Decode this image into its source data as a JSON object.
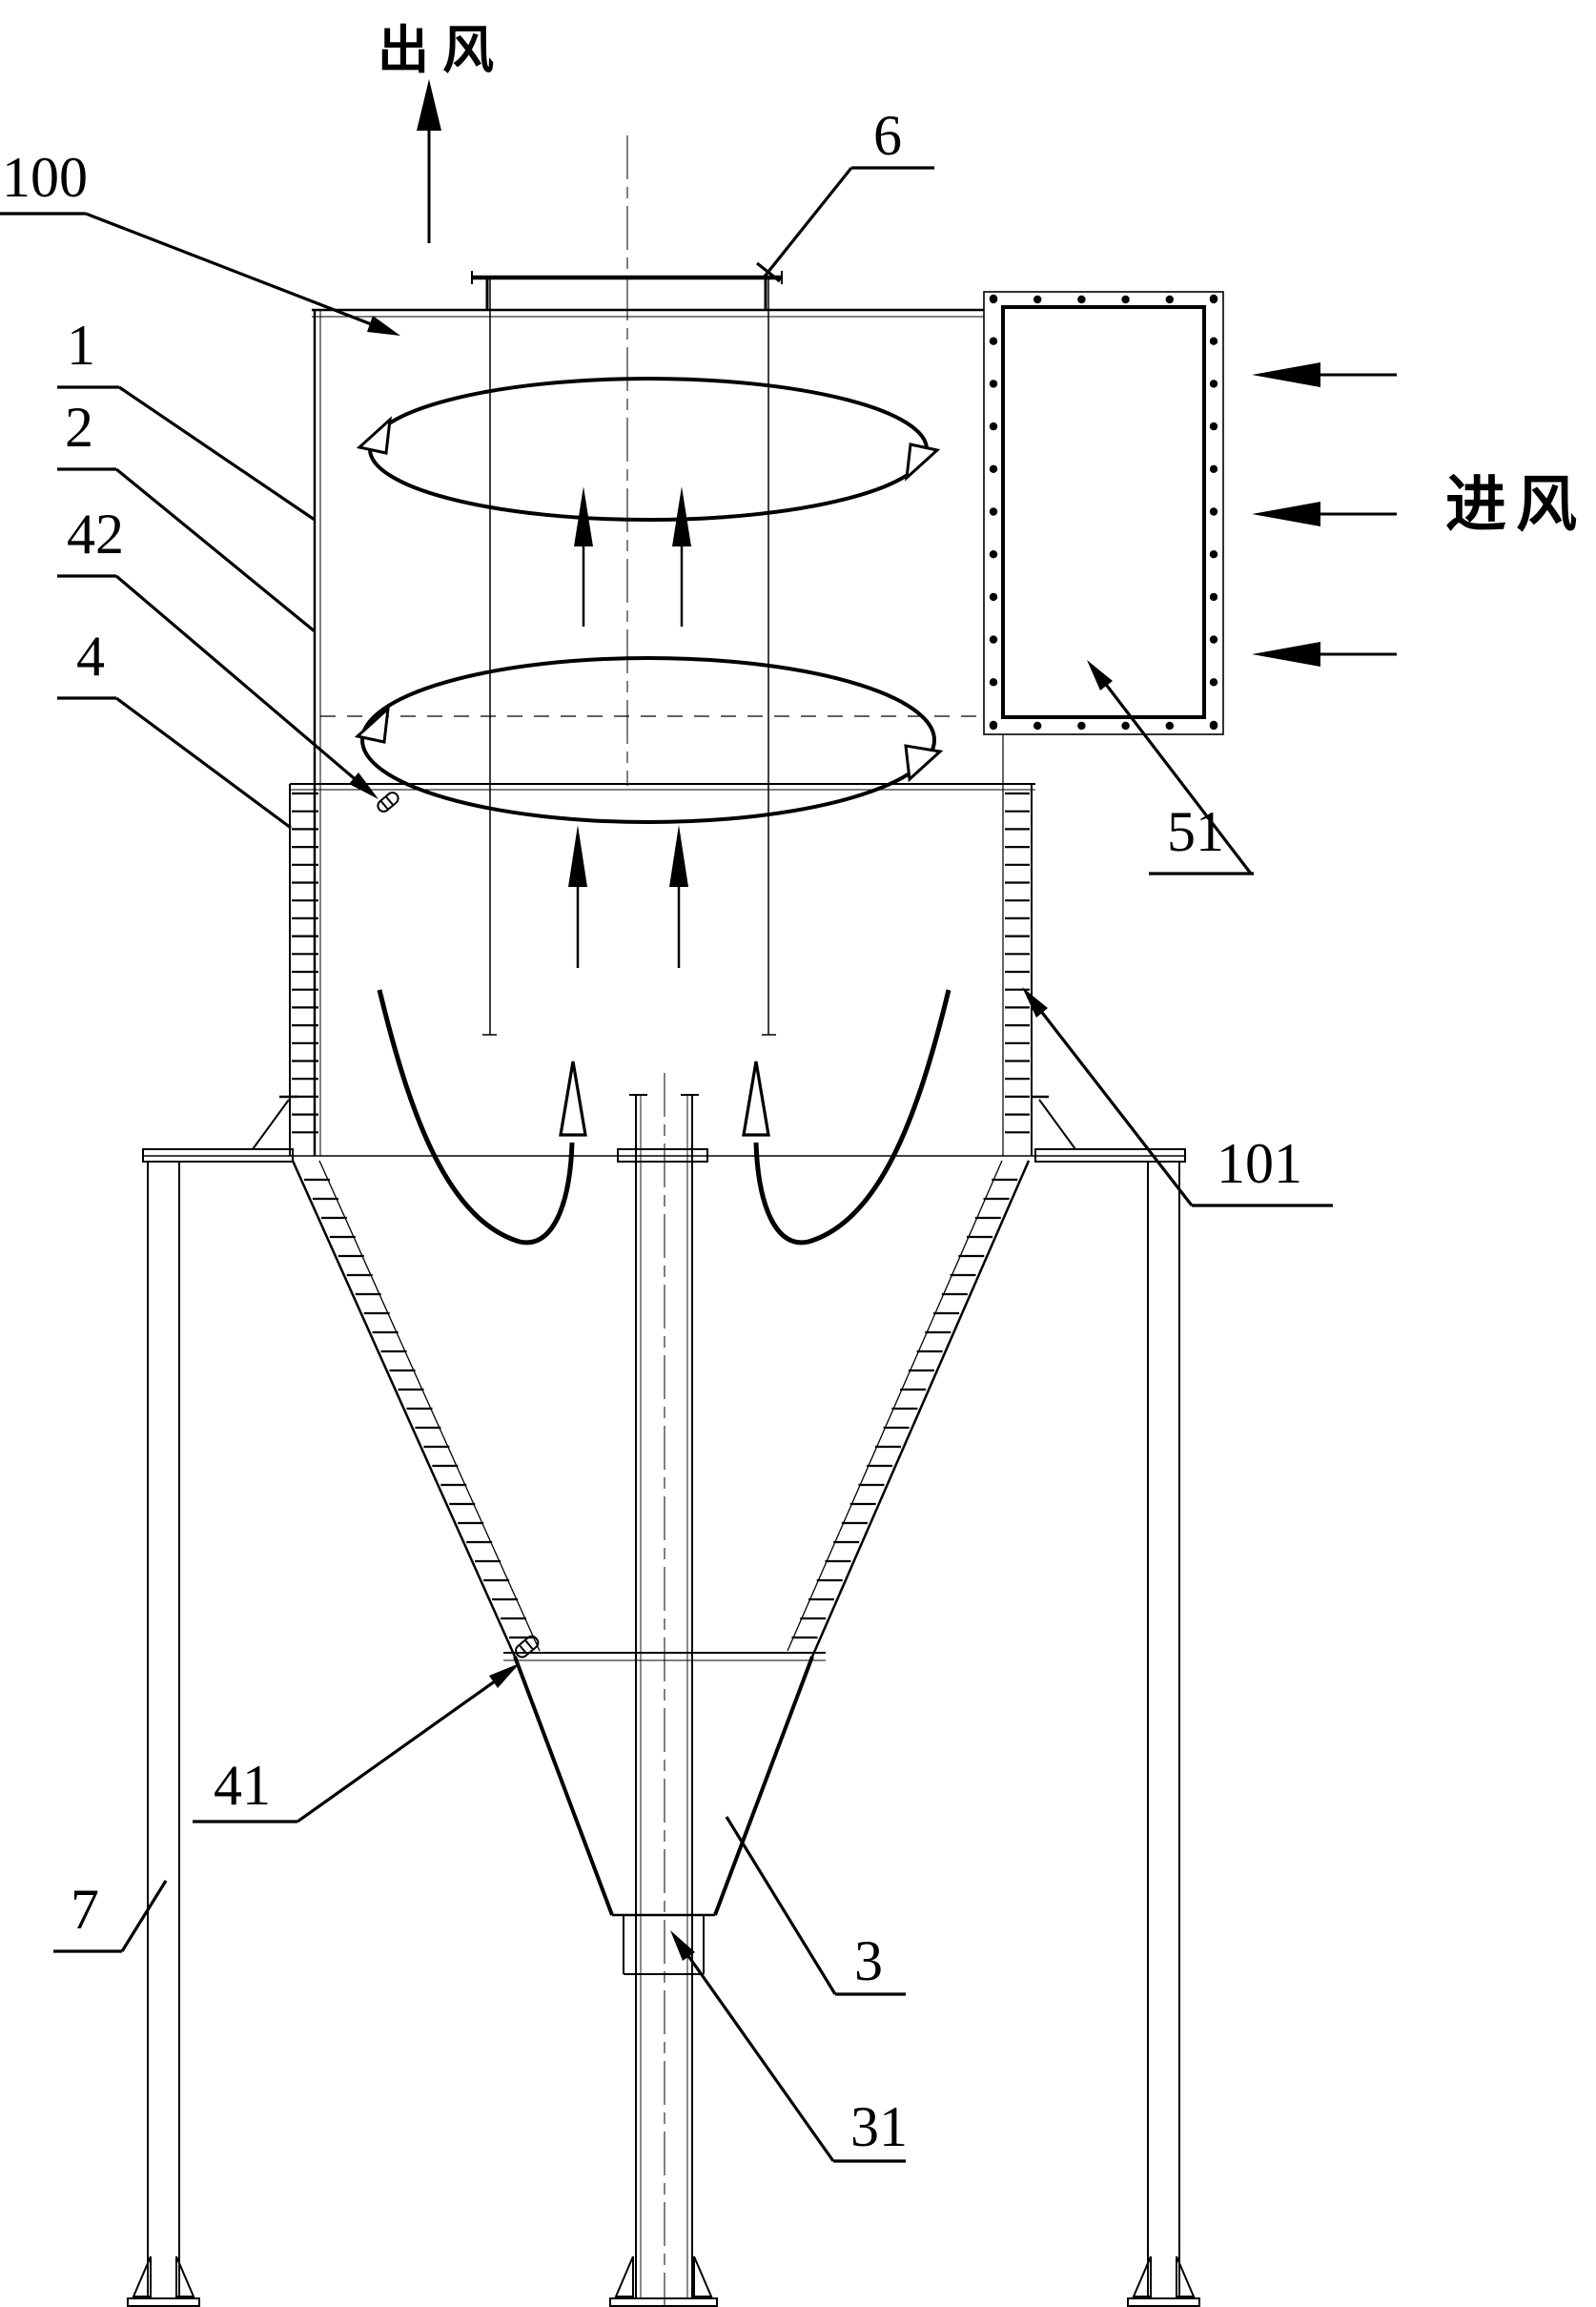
{
  "figure": {
    "kind": "cyclone-dust-collector-patent-drawing",
    "flow_labels": {
      "outlet": "出风",
      "inlet": "进风"
    },
    "reference_numerals": {
      "n100": "100",
      "n1": "1",
      "n2": "2",
      "n42": "42",
      "n4": "4",
      "n6": "6",
      "n51": "51",
      "n101": "101",
      "n41": "41",
      "n7": "7",
      "n3": "3",
      "n31": "31"
    },
    "colors": {
      "line": "#000000",
      "background": "#ffffff"
    }
  }
}
